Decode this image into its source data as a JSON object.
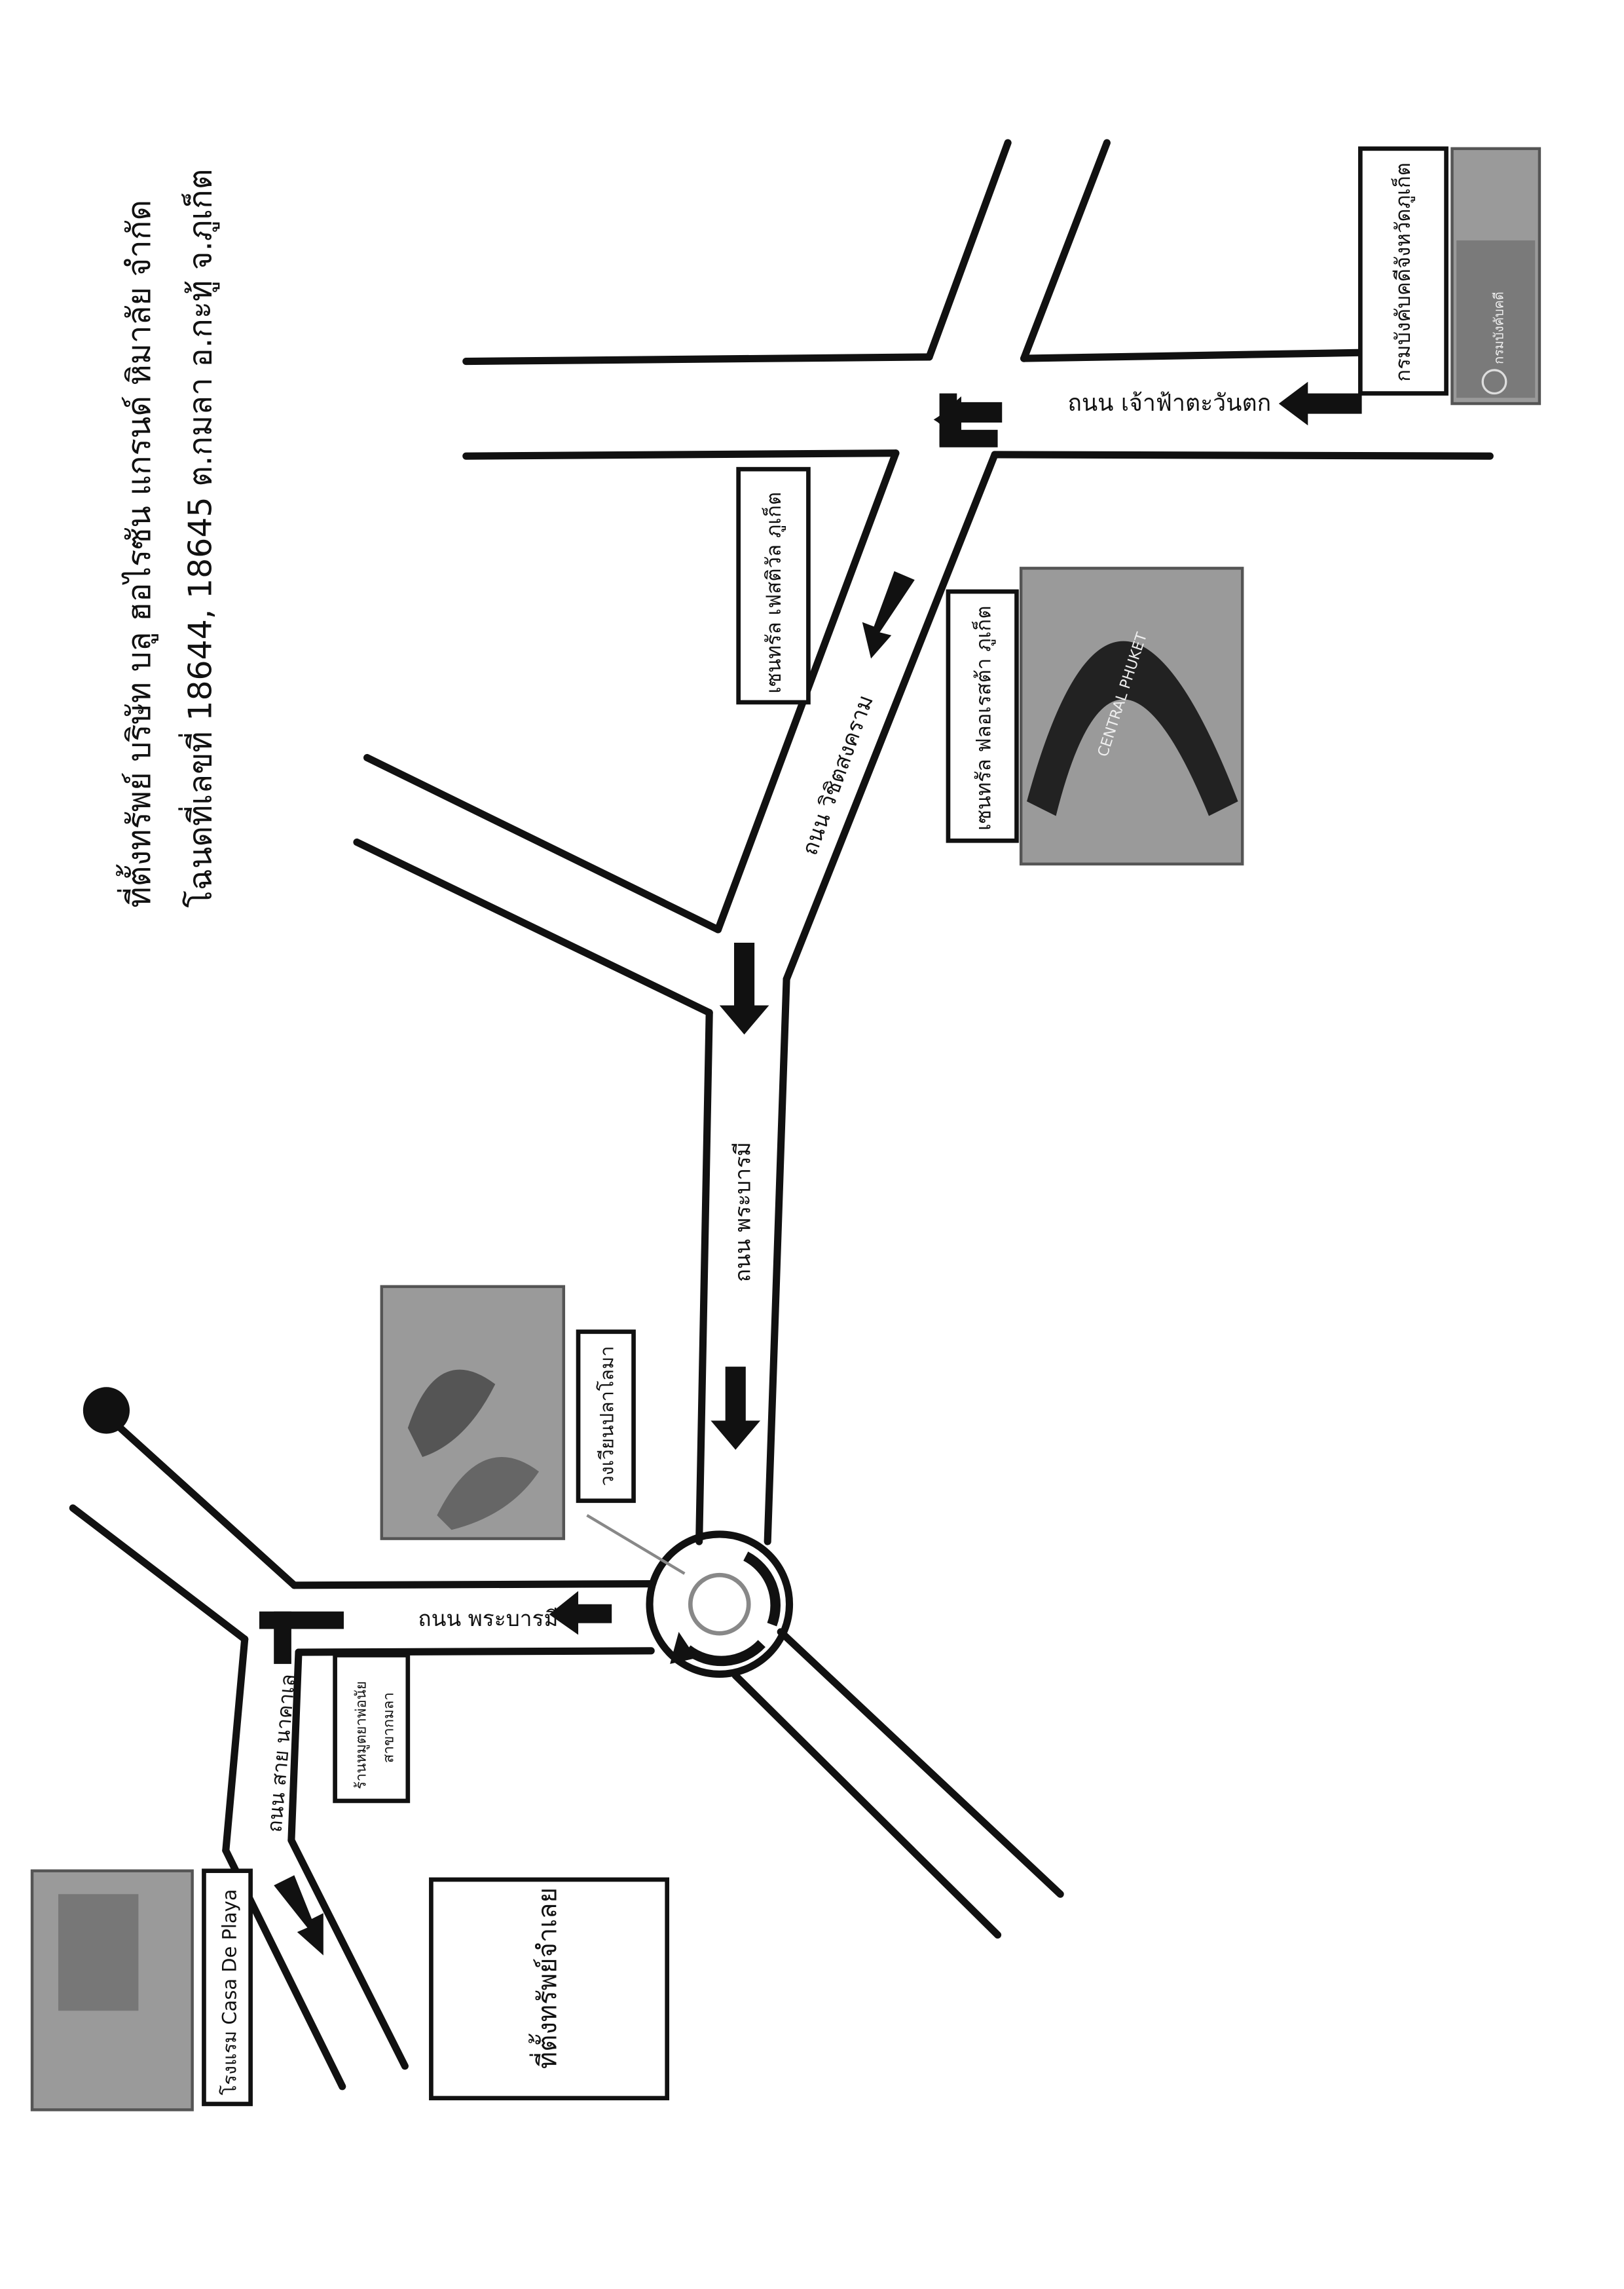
{
  "header": {
    "line1": "ที่ตั้งทรัพย์ บริษัท บลู ฮอไรซัน แกรนด์ หิมาลัย จำกัด",
    "line2": "โฉนดที่เลขที่ 18644, 18645 ต.กมลา อ.กะทู้ จ.ภูเก็ต"
  },
  "roads": {
    "chaofa_west": "ถนน เจ้าฟ้าตะวันตก",
    "wichit_songkhram": "ถนน วิชิตสงคราม",
    "phra_barami_1": "ถนน พระบารมี",
    "phra_barami_2": "ถนน พระบารมี",
    "lai_nakha_le": "ถนน สาย นาคาเล"
  },
  "landmarks": {
    "land_office": "กรมบังคับคดีจังหวัดภูเก็ต",
    "central_festival": "เซนทรัล เฟสติวัล ภูเก็ต",
    "central_floresta": "เซนทรัล ฟลอเรสต้า ภูเก็ต",
    "dolphin_circle": "วงเวียนปลาโลมา",
    "sabai_shop_line1": "ร้านหมูตยาพ่อนัย",
    "sabai_shop_line2": "สาขากมลา",
    "hotel": "โรงแรม Casa De Playa",
    "property": "ที่ตั้งทรัพย์จำเลย"
  },
  "photo_text": {
    "central_sign": "CENTRAL PHUKET",
    "office_sign": "กรมบังคับคดี"
  },
  "icons": {
    "direction": "arrow-icon",
    "turn": "turn-arrow-icon",
    "roundabout": "roundabout-icon",
    "marker": "dot-marker-icon"
  },
  "colors": {
    "ink": "#111111",
    "photo": "#9a9a9a",
    "paper": "#ffffff"
  }
}
